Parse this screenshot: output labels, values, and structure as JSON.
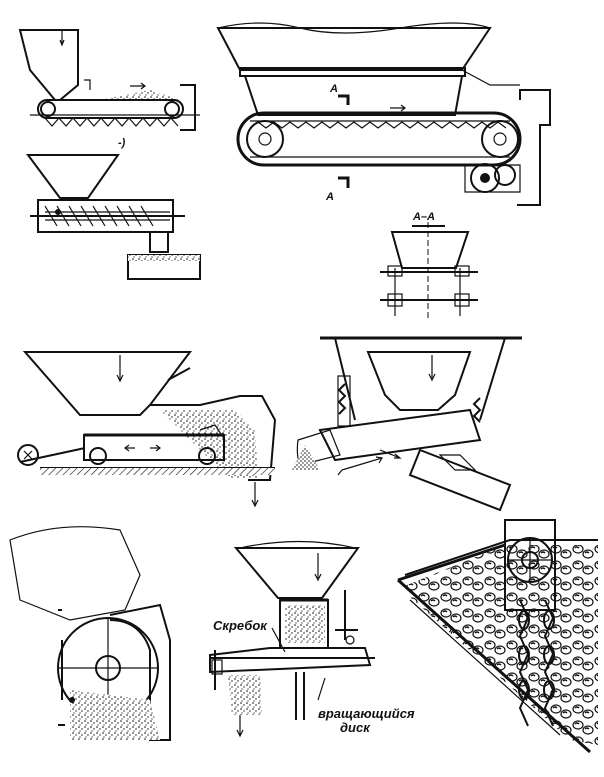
{
  "figure": {
    "section_mark_top": "A",
    "section_mark_bottom": "A",
    "section_title": "A–A",
    "minus_mark": "-)",
    "label_scraper": "Скребок",
    "label_disk_line1": "вращающийся",
    "label_disk_line2": "диск"
  }
}
